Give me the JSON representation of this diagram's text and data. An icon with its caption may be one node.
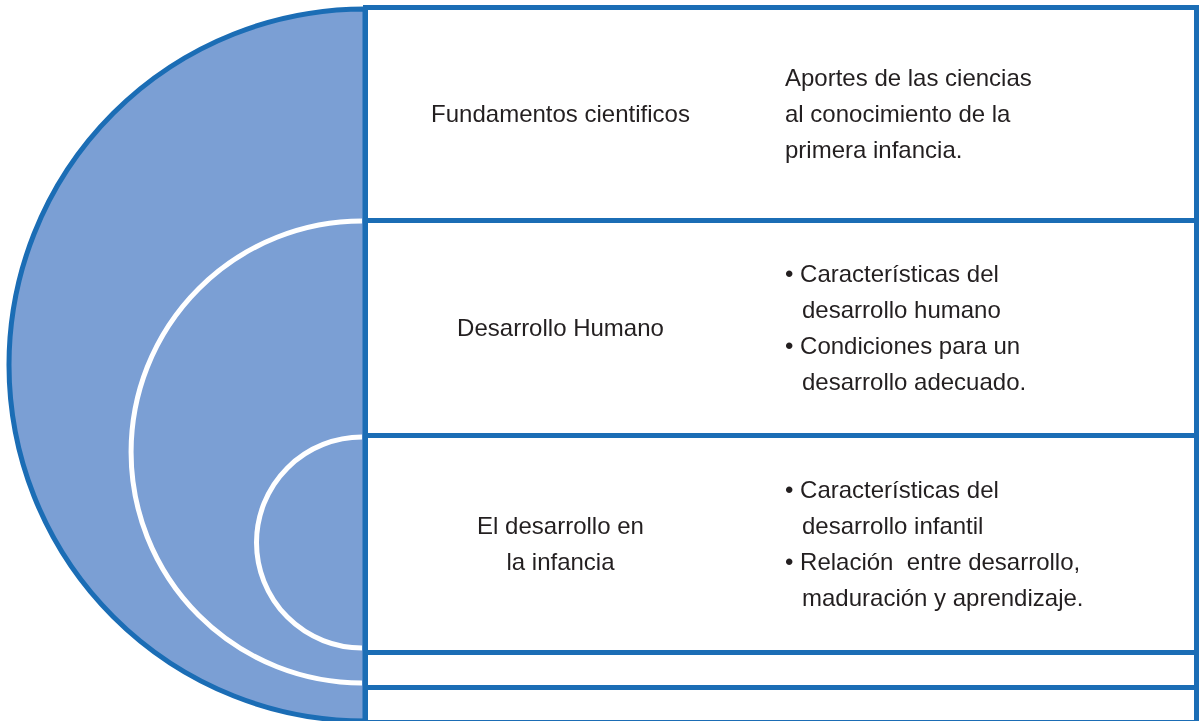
{
  "diagram": {
    "nodes": [
      {
        "text": [
          "Fundamentos cientificos",
          "Aportes de las ciencias al conocimiento de la primera infancia."
        ]
      },
      {
        "text": [
          "Desarrollo Humano",
          "• Características del desarrollo humano",
          "• Condiciones para un desarrollo adecuado."
        ]
      },
      {
        "text": [
          "El desarrollo en la infancia",
          "• Características del desarrollo infantil",
          "• Relación  entre desarrollo, maduración y aprendizaje."
        ]
      },
      {
        "text": [],
        "shape": "box"
      },
      {
        "text": [],
        "shape": "box"
      }
    ]
  }
}
